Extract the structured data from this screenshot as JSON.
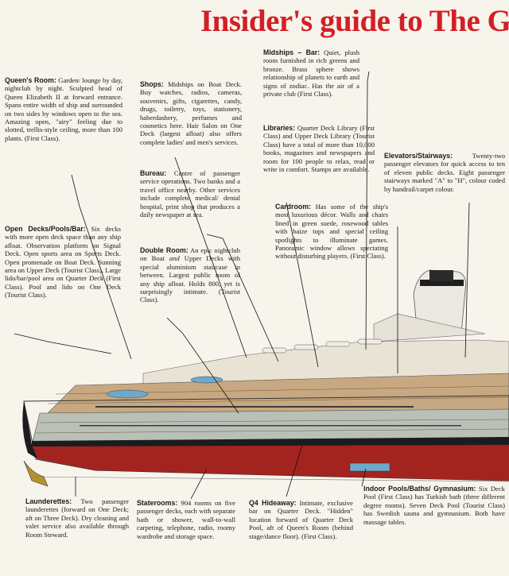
{
  "title": "Insider's guide to The Gr",
  "blocks": {
    "queens_room": {
      "heading": "Queen's Room:",
      "body": " Garden/ lounge by day, nightclub by night. Sculpted head of Queen Elizabeth II at forward entrance. Spans entire width of ship and surrounded on two sides by windows open to the sea. Amazing open, \"airy\" feeling due to slotted, trellis-style ceiling, more than 100 plants. (First Class)."
    },
    "shops": {
      "heading": "Shops:",
      "body": " Midships on Boat Deck. Buy watches, radios, cameras, souvenirs, gifts, cigarettes, candy, drugs, toiletry, toys, stationery, haberdashery, perfumes and cosmetics here. Hair Salon on One Deck (largest afloat) also offers complete ladies' and men's services."
    },
    "midships_bar": {
      "heading": "Midships – Bar:",
      "body": " Quiet, plush room furnished in rich greens and bronze. Brass sphere shows relationship of planets to earth and signs of zodiac. Has the air of a private club (First Class)."
    },
    "libraries": {
      "heading": "Libraries:",
      "body": " Quarter Deck Library (First Class) and Upper Deck Library (Tourist Class) have a total of more than 10,000 books, magazines and newspapers and room for 100 people to relax, read or write in comfort. Stamps are available."
    },
    "elevators": {
      "heading": "Elevators/Stairways:",
      "body": " Twenty-two passenger elevators for quick access to ten of eleven public decks. Eight passenger stairways marked \"A\" to \"H\", colour coded by handrail/carpet colour."
    },
    "bureau": {
      "heading": "Bureau:",
      "body": " Centre of passenger service operations. Two banks and a travel office nearby. Other services include complete medical/ dental hospital, print shop that produces a daily newspaper at sea."
    },
    "cardroom": {
      "heading": "Cardroom:",
      "body": " Has some of the ship's most luxurious décor. Walls and chairs lined in green suede, rosewood tables with baize tops and special ceiling spotlights to illuminate games. Panoramic window allows spectating without disturbing players. (First Class)."
    },
    "open_decks": {
      "heading": "Open Decks/Pools/Bar:",
      "body": " Six decks with more open deck space than any ship afloat. Observation platform on Signal Deck. Open sports area on Sports Deck. Open promenade on Boat Deck. Sunning area on Upper Deck (Tourist Class). Large lido/bar/pool area on Quarter Deck (First Class). Pool and lido on One Deck (Tourist Class)."
    },
    "double_room": {
      "heading": "Double Room:",
      "body_a": " An epic nightclub on Boat ",
      "body_em": "and",
      "body_b": " Upper Decks with special aluminium staircase in between. Largest public room of any ship afloat. Holds 800, yet is surprisingly intimate. (Tourist Class)."
    },
    "launderettes": {
      "heading": "Launderettes:",
      "body": " Two passenger launderettes (forward on One Deck; aft on Three Deck). Dry cleaning and valet service also available through Room Steward."
    },
    "staterooms": {
      "heading": "Staterooms:",
      "body": " 904 rooms on five passenger decks, each with separate bath or shower, wall-to-wall carpeting, telephone, radio, roomy wardrobe and storage space."
    },
    "q4_hideaway": {
      "heading": "Q4 Hideaway:",
      "body": " Intimate, exclusive bar on Quarter Deck. \"Hidden\" location forward of Quarter Deck Pool, aft of Queen's Room (behind stage/dance floor). (First Class)."
    },
    "indoor_pools": {
      "heading": "Indoor Pools/Baths/ Gymnasium:",
      "body": " Six Deck Pool (First Class) has Turkish bath (three different degree rooms). Seven Deck Pool (Tourist Class) has Swedish sauna and gymnasium. Both have massage tables."
    }
  },
  "colors": {
    "title_red": "#d31f26",
    "hull_black": "#1c1c1e",
    "hull_red": "#a3241f",
    "sea_cream": "#f7f4ec"
  }
}
